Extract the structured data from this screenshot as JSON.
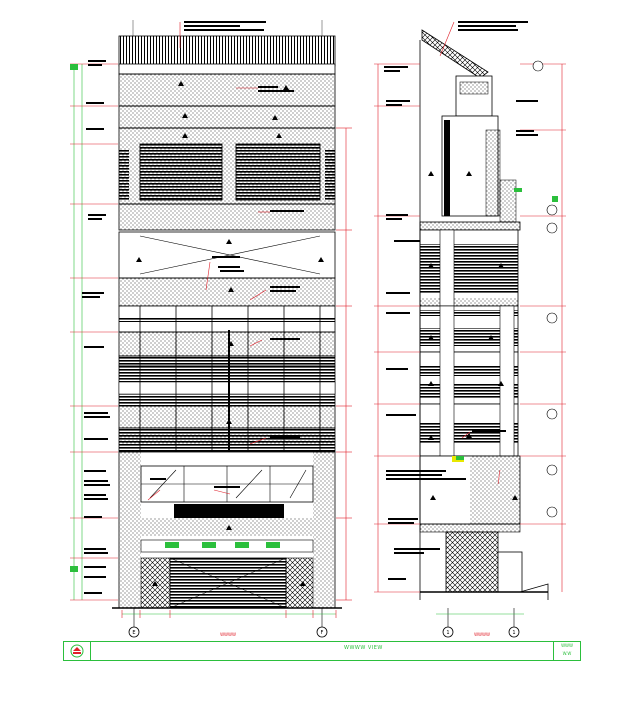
{
  "drawing": {
    "title": "WWWW VIEW",
    "sheet_code": "WWW",
    "sheet_no": "W.W",
    "grids": {
      "left_start": "E",
      "left_end": "F",
      "right_start": "1",
      "right_end": "1"
    },
    "dims": {
      "front_total": "WWWW",
      "side_total": "WWWW"
    }
  },
  "colors": {
    "line": "#000000",
    "green": "#2bbf3c",
    "red": "#e0202a",
    "yellow": "#e8e800"
  }
}
